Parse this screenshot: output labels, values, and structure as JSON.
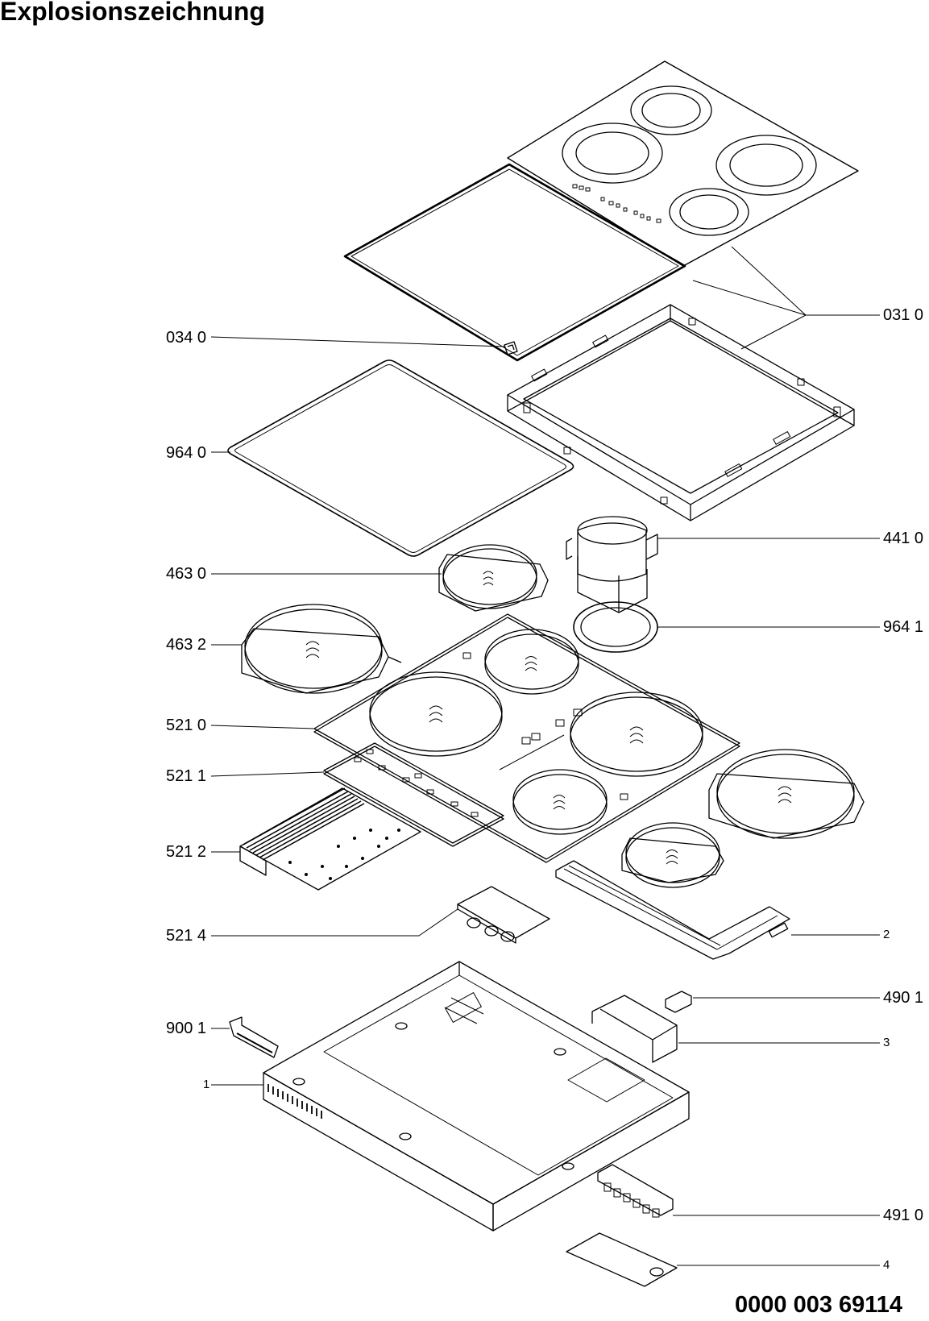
{
  "title": "Explosionszeichnung",
  "document_number": "0000 003 69114",
  "callouts": {
    "c0310": "031 0",
    "c0340": "034 0",
    "c9640": "964 0",
    "c4410": "441 0",
    "c4630": "463 0",
    "c9641": "964 1",
    "c4632": "463 2",
    "c5210": "521 0",
    "c5211": "521 1",
    "c5212": "521 2",
    "c5214": "521 4",
    "c2": "2",
    "c4901": "490 1",
    "c9001": "900 1",
    "c3": "3",
    "c1": "1",
    "c4910": "491 0",
    "c4": "4"
  },
  "colors": {
    "line": "#000000",
    "background": "#ffffff"
  }
}
